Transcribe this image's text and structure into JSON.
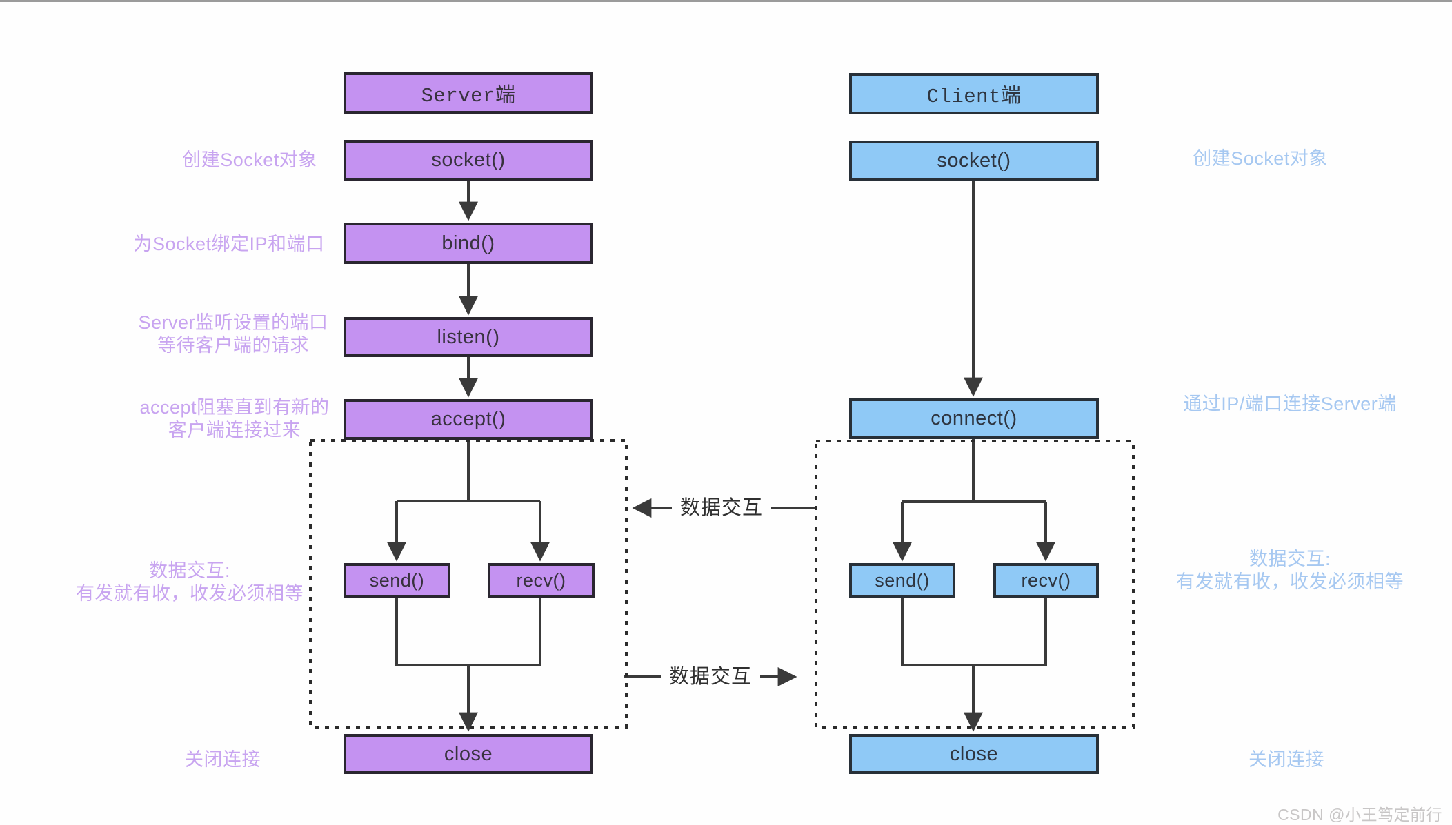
{
  "colors": {
    "server_fill": "#c492f1",
    "client_fill": "#8fc9f6",
    "server_note": "#c8a4f0",
    "client_note": "#a6c8f1",
    "line": "#3a3a3a"
  },
  "server": {
    "header": "Server端",
    "boxes": {
      "socket": "socket()",
      "bind": "bind()",
      "listen": "listen()",
      "accept": "accept()",
      "send": "send()",
      "recv": "recv()",
      "close": "close"
    },
    "notes": {
      "socket": "创建Socket对象",
      "bind": "为Socket绑定IP和端口",
      "listen_1": "Server监听设置的端口",
      "listen_2": "等待客户端的请求",
      "accept_1": "accept阻塞直到有新的",
      "accept_2": "客户端连接过来",
      "data_1": "数据交互:",
      "data_2": "有发就有收，收发必须相等",
      "close": "关闭连接"
    }
  },
  "client": {
    "header": "Client端",
    "boxes": {
      "socket": "socket()",
      "connect": "connect()",
      "send": "send()",
      "recv": "recv()",
      "close": "close"
    },
    "notes": {
      "socket": "创建Socket对象",
      "connect": "通过IP/端口连接Server端",
      "data_1": "数据交互:",
      "data_2": "有发就有收，收发必须相等",
      "close": "关闭连接"
    }
  },
  "exchange": {
    "top_label": "数据交互",
    "bottom_label": "数据交互"
  },
  "page": {
    "watermark": "CSDN @小王笃定前行"
  }
}
